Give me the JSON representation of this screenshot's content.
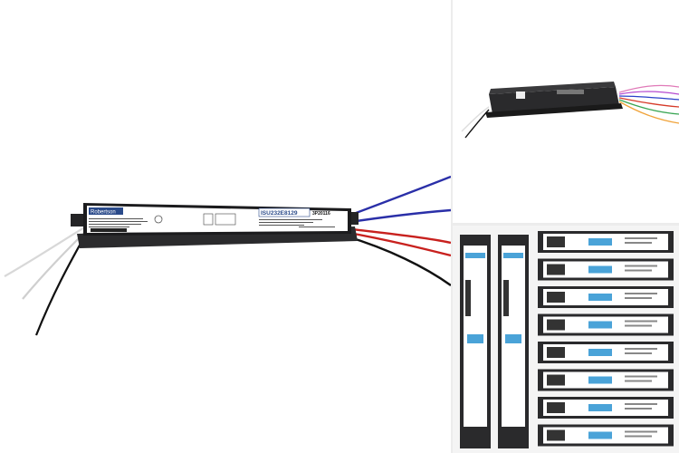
{
  "main_image": {
    "brand": "Robertson",
    "model": "ISU232E8129",
    "part_number": "3P20116",
    "colors": {
      "body": "#1b1b1d",
      "label": "#ffffff",
      "wire_blue": "#2a2fa8",
      "wire_red": "#c8211e",
      "wire_black": "#111111",
      "wire_white": "#d8d8d8"
    }
  },
  "thumbnails": {
    "top_right": {
      "wires": [
        "#e07ab8",
        "#b54ad0",
        "#2a40c8",
        "#d63b2a",
        "#3aa654",
        "#f0a33a"
      ]
    },
    "bottom_right": {
      "vertical_count": 2,
      "horizontal_count": 8,
      "label_color": "#4aa3d8"
    }
  }
}
